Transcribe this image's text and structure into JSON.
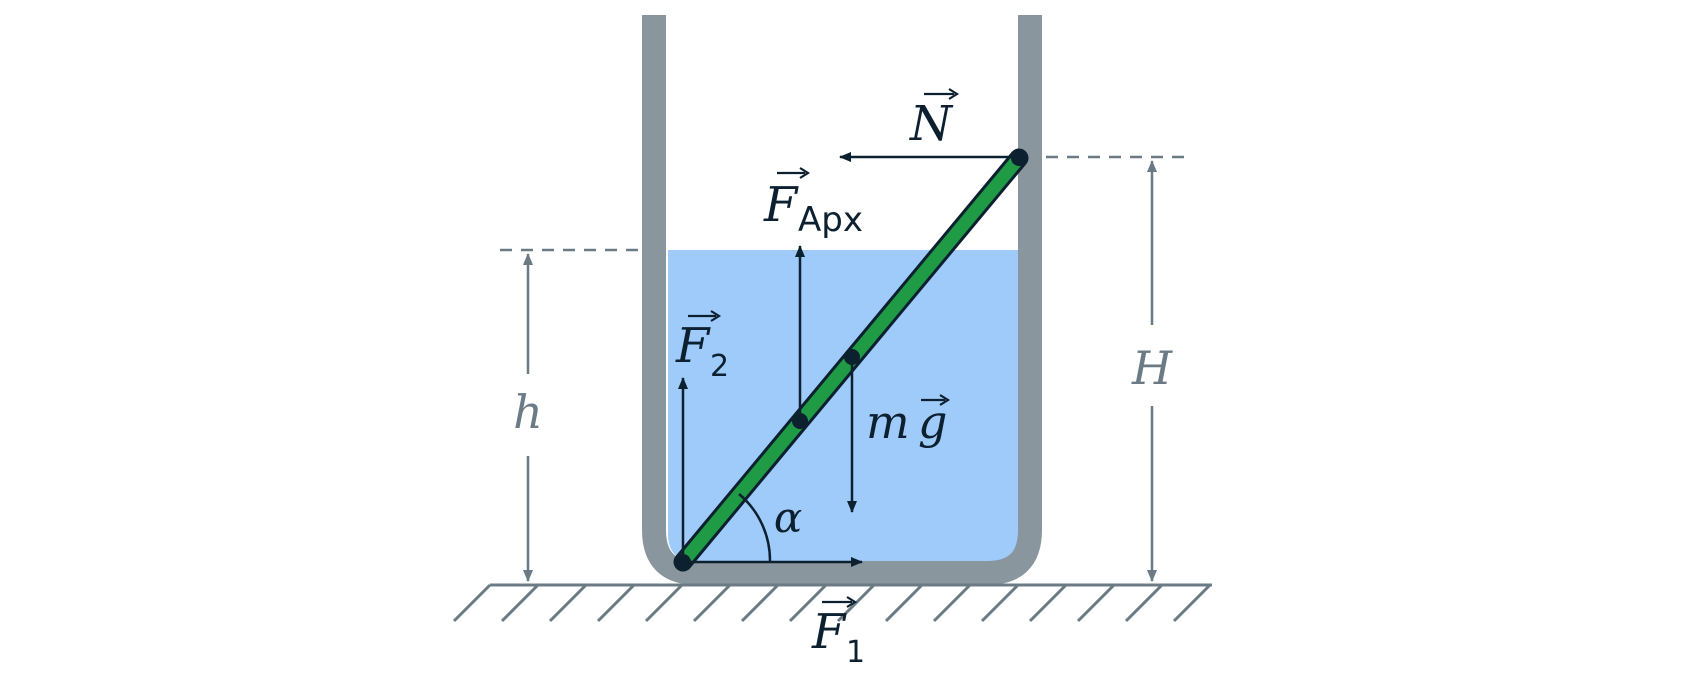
{
  "colors": {
    "vessel": "#8a969e",
    "water": "#9ecbfa",
    "rod_fill": "#1f9a45",
    "rod_outline": "#0d2030",
    "force": "#0d2030",
    "dimension": "#6b7b85",
    "ground": "#6b7b85"
  },
  "labels": {
    "N": {
      "main": "N"
    },
    "F_arch": {
      "main": "F",
      "sub": "Apx"
    },
    "F2": {
      "main": "F",
      "sub": "2"
    },
    "mg": {
      "prefix": "m",
      "main": "g"
    },
    "F1": {
      "main": "F",
      "sub": "1"
    },
    "alpha": "α",
    "h": "h",
    "H": "H"
  },
  "icons": [
    "vector-arrow-icon",
    "hatched-ground-icon"
  ]
}
